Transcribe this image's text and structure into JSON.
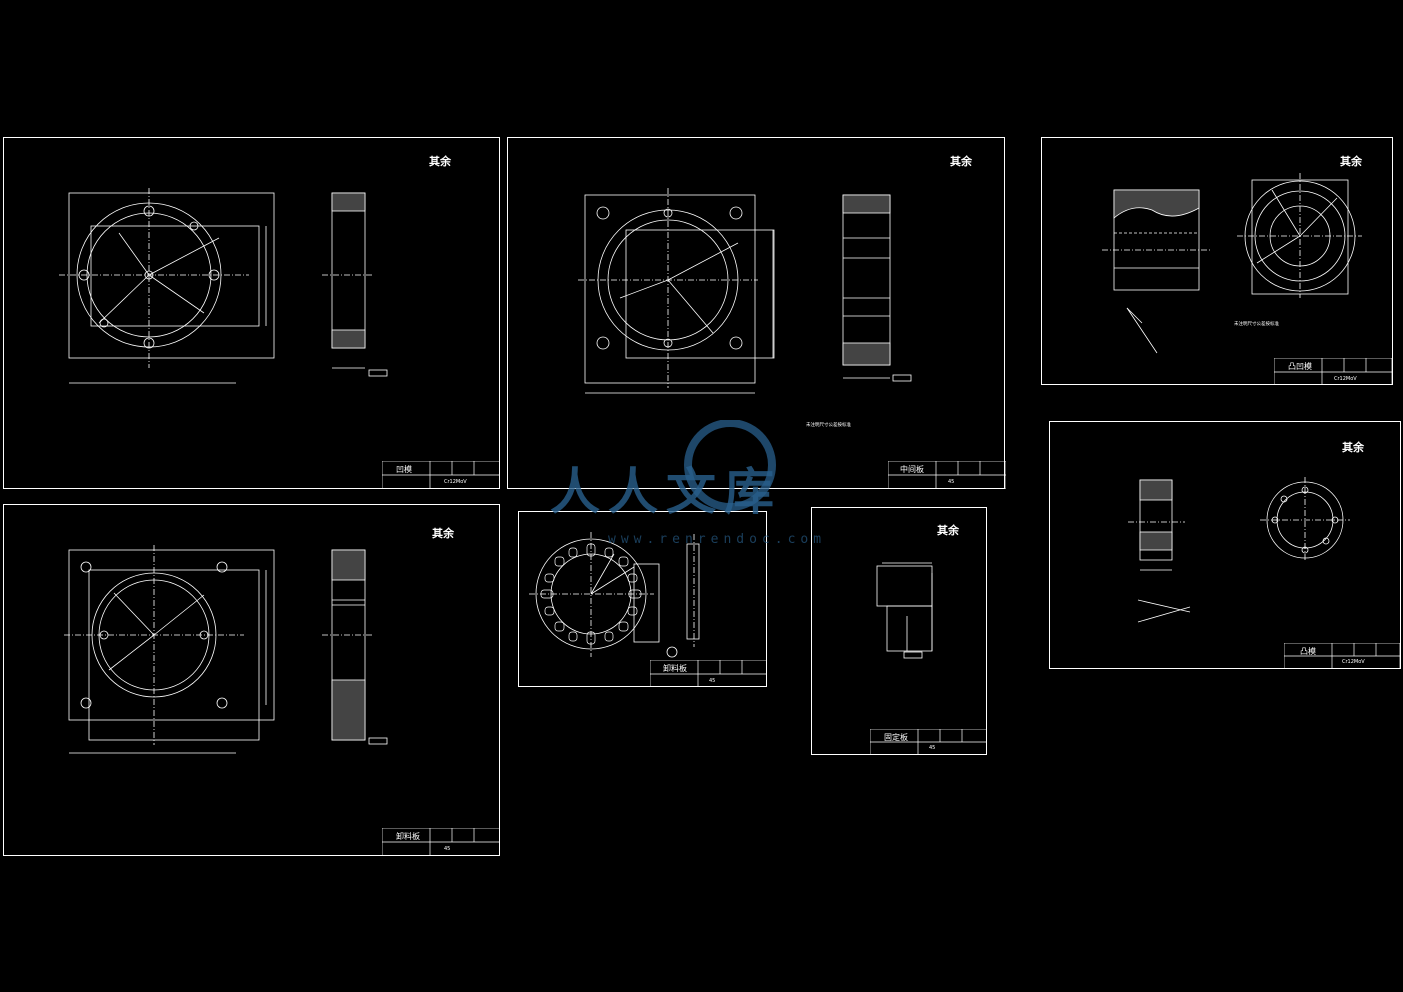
{
  "colors": {
    "background": "#000000",
    "line": "#ffffff",
    "accent": "#00e5ff",
    "watermark": "#2b5f8c"
  },
  "rough_label": "其余",
  "sheets": [
    {
      "id": "s1",
      "name": "凹模",
      "mat": "Cr12MoV",
      "note": ""
    },
    {
      "id": "s2",
      "name": "中间板",
      "mat": "45",
      "note": "未注明尺寸公差按标准"
    },
    {
      "id": "s3",
      "name": "凸凹模",
      "mat": "Cr12MoV",
      "note": "未注明尺寸公差按标准"
    },
    {
      "id": "s4",
      "name": "凸模",
      "mat": "Cr12MoV",
      "note": ""
    },
    {
      "id": "s5",
      "name": "卸料板",
      "mat": "45",
      "note": ""
    },
    {
      "id": "s6",
      "name": "卸料板",
      "mat": "45",
      "note": ""
    },
    {
      "id": "s7",
      "name": "固定板",
      "mat": "45",
      "note": ""
    }
  ],
  "watermark": {
    "text": "人人文库",
    "url": "www.renrendoc.com"
  }
}
